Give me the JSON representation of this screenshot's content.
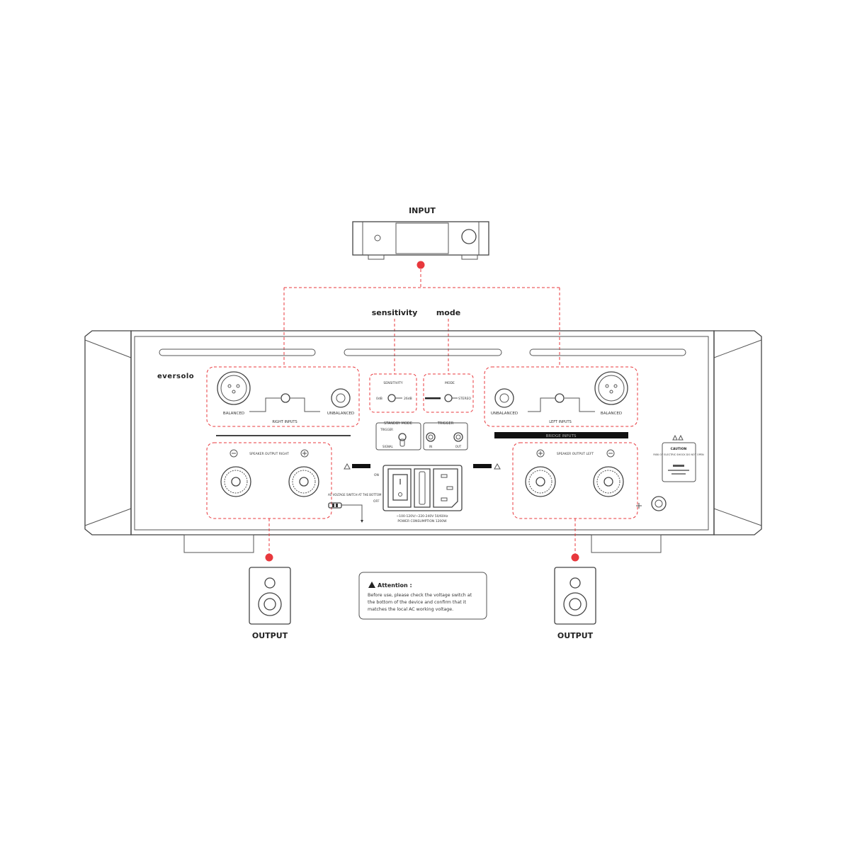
{
  "labels": {
    "input": "INPUT",
    "output_left": "OUTPUT",
    "output_right": "OUTPUT",
    "sensitivity_callout": "sensitivity",
    "mode_callout": "mode"
  },
  "device": {
    "brand": "eversolo",
    "right_inputs": {
      "title": "RIGHT INPUTS",
      "balanced": "BALANCED",
      "unbalanced": "UNBALANCED"
    },
    "left_inputs": {
      "title": "LEFT INPUTS",
      "balanced": "BALANCED",
      "unbalanced": "UNBALANCED"
    },
    "sensitivity": {
      "title": "SENSITIVITY",
      "low": "0dB",
      "high": "26dB"
    },
    "mode": {
      "title": "MODE",
      "option": "STEREO"
    },
    "standby_mode": {
      "title": "STANDBY MODE",
      "trigger": "TRIGGER",
      "signal": "SIGNAL"
    },
    "trigger": {
      "title": "TRIGGER",
      "in": "IN",
      "out": "OUT"
    },
    "bridge_inputs": "BRIDGE INPUTS",
    "speaker_right": "SPEAKER OUTPUT RIGHT",
    "speaker_left": "SPEAKER OUTPUT LEFT",
    "power": {
      "on": "ON",
      "off": "OFF",
      "voltage": "~100-120V/~220-240V  50/60Hz",
      "consumption": "POWER CONSUMPTION 1200W"
    },
    "ac_switch": "AC VOLTAGE SWITCH AT THE BOTTOM",
    "caution": {
      "title": "CAUTION",
      "text": "RISK OF ELECTRIC SHOCK DO NOT OPEN"
    }
  },
  "attention": {
    "title": "Attention :",
    "lines": [
      "Before use, please check the voltage switch at",
      "the bottom of the device and confirm that it",
      "matches the local AC working voltage."
    ]
  },
  "colors": {
    "accent": "#e8383d",
    "line": "#444444",
    "bridge_bar": "#111111"
  }
}
